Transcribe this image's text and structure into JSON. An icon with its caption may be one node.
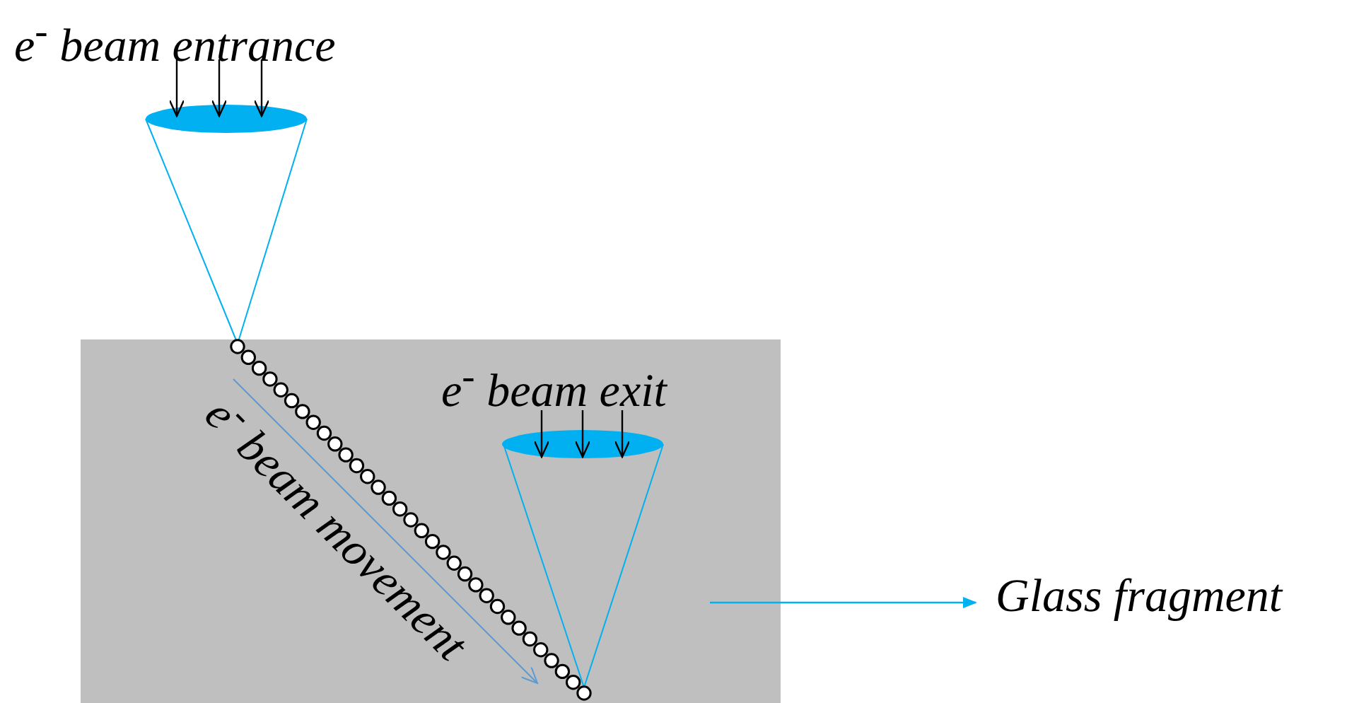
{
  "diagram": {
    "nodes": [
      {
        "text": [],
        "shape": "box"
      },
      {
        "text": [
          "Glass fragment"
        ]
      }
    ],
    "edges": [
      {
        "from": 0,
        "to": 1,
        "arrow": "to"
      }
    ],
    "labels": [
      "e$^{-}$ beam entrance",
      "e$^{-}$ beam exit",
      "e$^{-}$ beam movement"
    ]
  }
}
